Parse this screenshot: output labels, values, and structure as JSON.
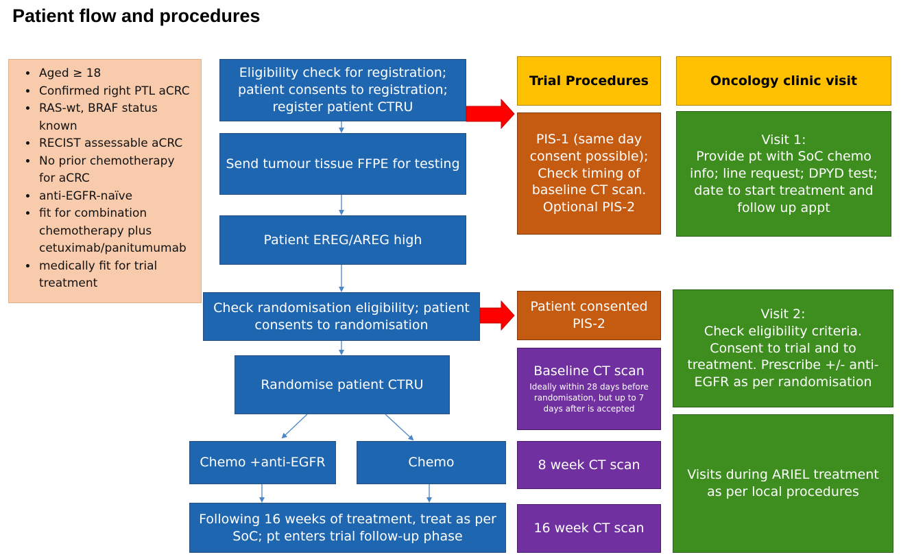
{
  "title": "Patient flow and procedures",
  "criteria": [
    "Aged ≥ 18",
    "Confirmed right PTL aCRC",
    "RAS-wt, BRAF status known",
    "RECIST assessable aCRC",
    "No prior chemotherapy for aCRC",
    "anti-EGFR-naïve",
    "fit for combination chemotherapy plus cetuximab/panitumumab",
    "medically fit for trial treatment"
  ],
  "flow": {
    "eligibility": "Eligibility check for registration; patient consents to registration; register patient CTRU",
    "tissue": "Send tumour tissue FFPE for testing",
    "ereg": "Patient EREG/AREG high",
    "rand_check": "Check randomisation eligibility; patient consents to randomisation",
    "randomise": "Randomise patient CTRU",
    "arm_egfr": "Chemo +anti-EGFR",
    "arm_chemo": "Chemo",
    "followup": "Following 16 weeks of treatment, treat as per SoC; pt enters trial follow-up phase"
  },
  "trial": {
    "header": "Trial Procedures",
    "pis1": "PIS-1 (same day consent possible); Check timing of baseline CT scan. Optional PIS-2",
    "pis2": "Patient consented PIS-2",
    "baseline_title": "Baseline CT scan",
    "baseline_note": "Ideally within 28 days before randomisation, but up to 7 days after is accepted",
    "week8": "8 week CT scan",
    "week16": "16 week CT scan"
  },
  "clinic": {
    "header": "Oncology clinic visit",
    "visit1_title": "Visit 1:",
    "visit1_body": "Provide pt with SoC chemo info; line request; DPYD test; date to start treatment and follow up appt",
    "visit2_title": "Visit 2:",
    "visit2_body": "Check eligibility criteria. Consent to trial and to treatment. Prescribe +/- anti-EGFR as per randomisation",
    "visits": "Visits during ARIEL treatment as per local procedures"
  },
  "colors": {
    "blue": "#1f66b1",
    "orange": "#c55a11",
    "green": "#3d8d1f",
    "purple": "#7030a0",
    "yellow": "#ffc000",
    "peach": "#f8cbad",
    "red_arrow": "#ff0000"
  }
}
